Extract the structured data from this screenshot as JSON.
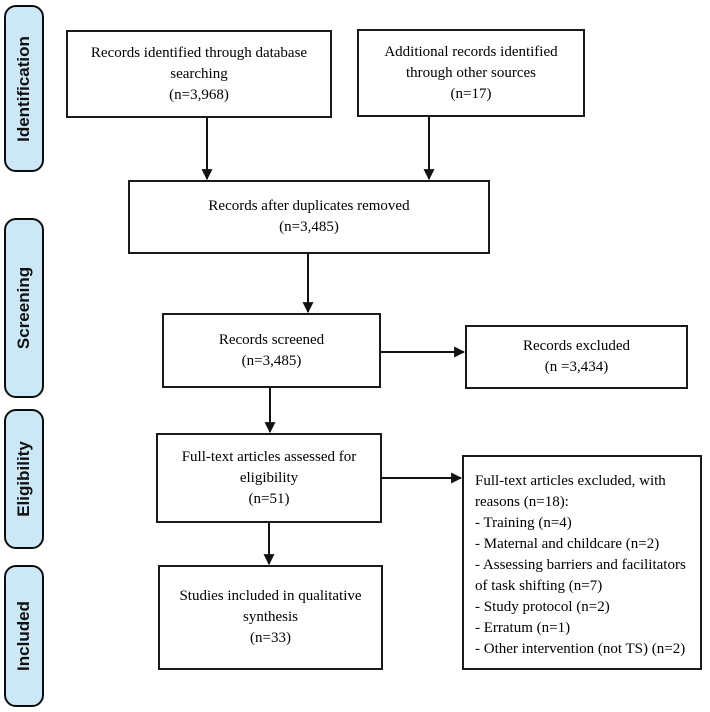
{
  "diagram": {
    "kind": "PRISMA flow diagram"
  },
  "colors": {
    "stage_fill": "#cce8f7",
    "line": "#111111",
    "background": "#ffffff"
  },
  "sidebar": {
    "labels": [
      {
        "id": "identification",
        "label": "Identification"
      },
      {
        "id": "screening",
        "label": "Screening"
      },
      {
        "id": "eligibility",
        "label": "Eligibility"
      },
      {
        "id": "included",
        "label": "Included"
      }
    ]
  },
  "boxes": {
    "db_search": {
      "text": "Records identified through database searching",
      "count": "(n=3,968)"
    },
    "other_sources": {
      "text": "Additional records identified through other sources",
      "count": "(n=17)"
    },
    "dedup": {
      "text": "Records after duplicates removed",
      "count": "(n=3,485)"
    },
    "screened": {
      "text": "Records screened",
      "count": "(n=3,485)"
    },
    "records_excluded": {
      "text": "Records excluded",
      "count": "(n =3,434)"
    },
    "fulltext_assessed": {
      "text": "Full-text articles assessed for eligibility",
      "count": "(n=51)"
    },
    "fulltext_excluded": {
      "title": "Full-text articles excluded, with reasons (n=18):",
      "reasons": [
        "- Training (n=4)",
        "- Maternal and childcare (n=2)",
        "- Assessing barriers and facilitators of task shifting (n=7)",
        "- Study protocol (n=2)",
        "- Erratum (n=1)",
        "- Other intervention (not TS) (n=2)"
      ]
    },
    "qualitative_synthesis": {
      "text": "Studies included in qualitative synthesis",
      "count": "(n=33)"
    }
  }
}
